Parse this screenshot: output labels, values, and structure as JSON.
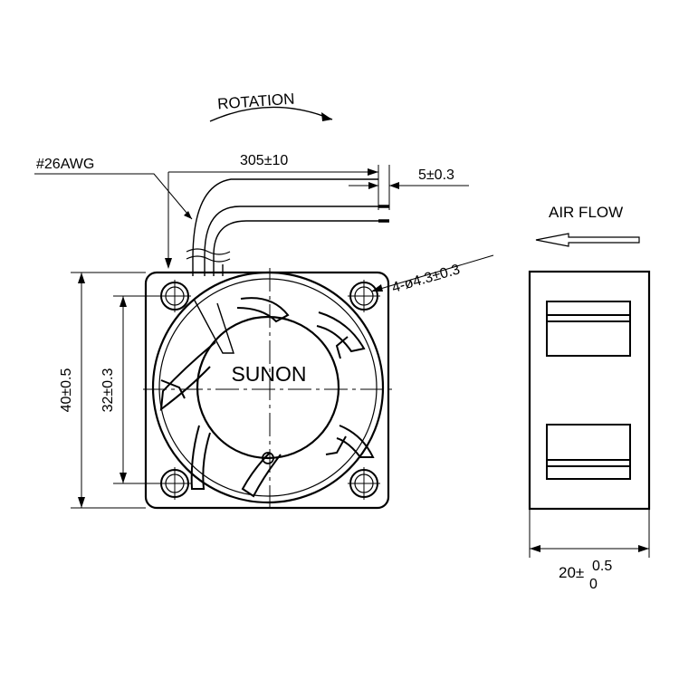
{
  "labels": {
    "rotation": "ROTATION",
    "wire_gauge": "#26AWG",
    "lead_length": "305±10",
    "strip_length": "5±0.3",
    "air_flow": "AIR FLOW",
    "mount_holes": "4-ø4.3±0.3",
    "brand": "SUNON",
    "frame_size": "40±0.5",
    "hole_pitch": "32±0.3",
    "depth_base": "20±",
    "depth_upper": "0.5",
    "depth_lower": "0"
  }
}
